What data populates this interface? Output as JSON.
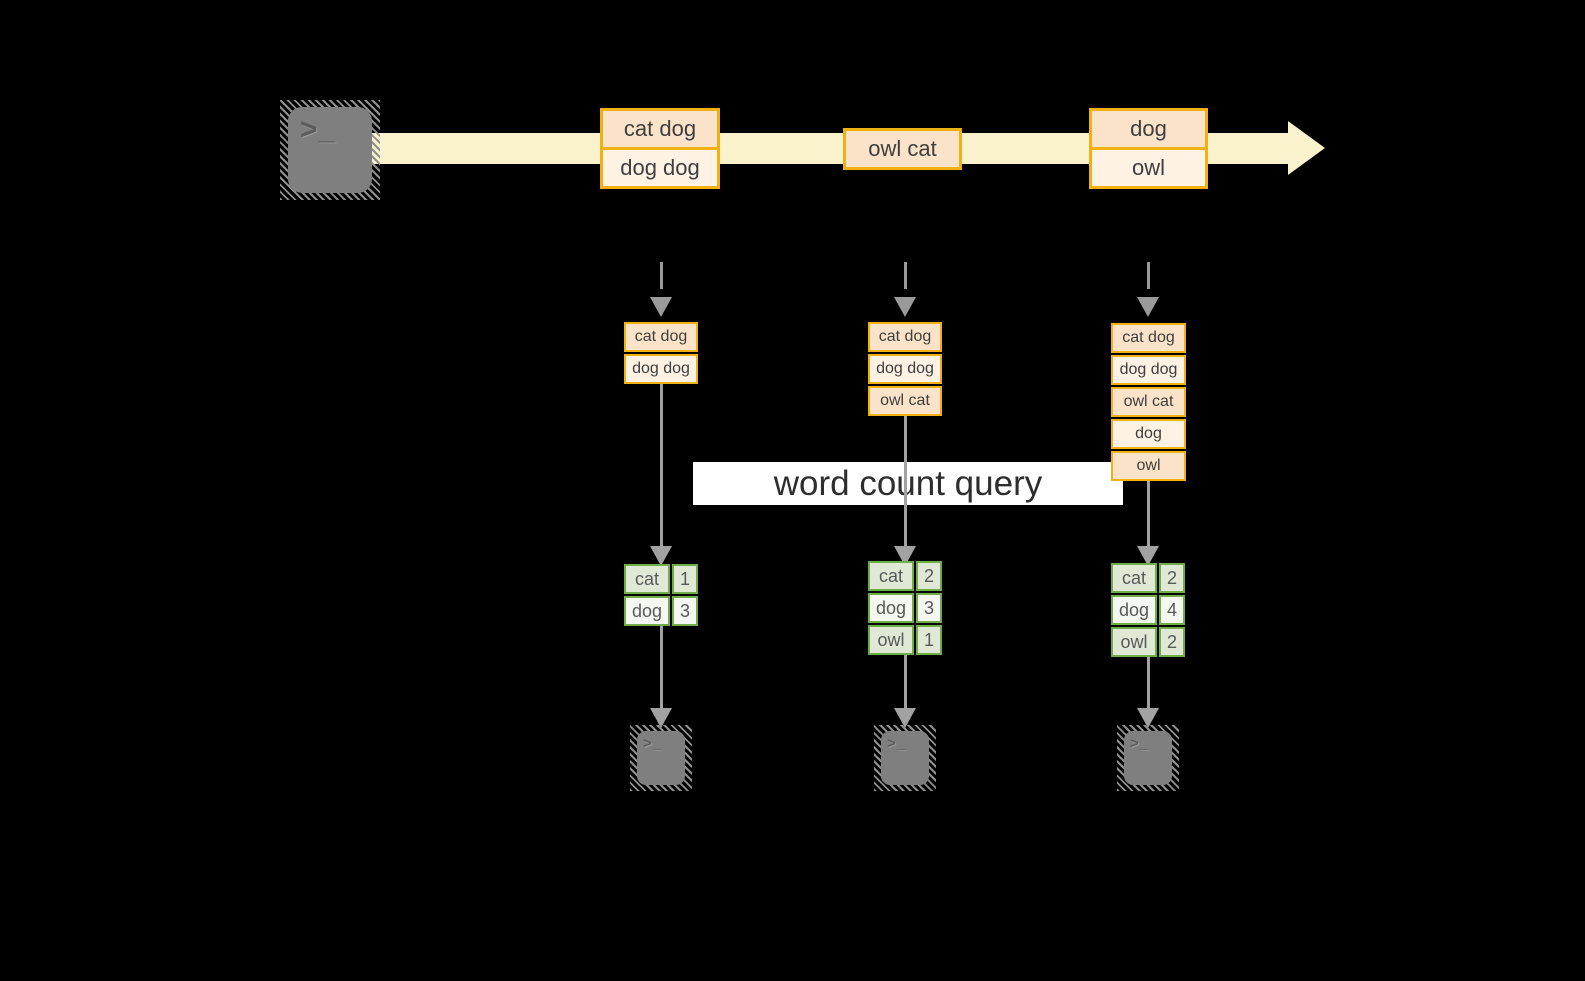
{
  "diagram": {
    "banner": "word count query",
    "source_terminal_icon": ">_",
    "timeline_events": [
      {
        "rows": [
          "cat dog",
          "dog dog"
        ]
      },
      {
        "rows": [
          "owl cat"
        ]
      },
      {
        "rows": [
          "dog",
          "owl"
        ]
      }
    ],
    "columns": [
      {
        "buffer_rows": [
          "cat dog",
          "dog dog"
        ],
        "count_rows": [
          {
            "word": "cat",
            "count": "1"
          },
          {
            "word": "dog",
            "count": "3"
          }
        ],
        "terminal_icon": ">_"
      },
      {
        "buffer_rows": [
          "cat dog",
          "dog dog",
          "owl cat"
        ],
        "count_rows": [
          {
            "word": "cat",
            "count": "2"
          },
          {
            "word": "dog",
            "count": "3"
          },
          {
            "word": "owl",
            "count": "1"
          }
        ],
        "terminal_icon": ">_"
      },
      {
        "buffer_rows": [
          "cat dog",
          "dog dog",
          "owl cat",
          "dog",
          "owl"
        ],
        "count_rows": [
          {
            "word": "cat",
            "count": "2"
          },
          {
            "word": "dog",
            "count": "4"
          },
          {
            "word": "owl",
            "count": "2"
          }
        ],
        "terminal_icon": ">_"
      }
    ],
    "colors": {
      "background": "#000000",
      "stream_band": "#faf1cd",
      "gold_border": "#f1b211",
      "cell_peach": "#fae3c8",
      "cell_cream": "#fdf2e4",
      "green_border": "#70ad47",
      "green_row_dark": "#dfe9d5",
      "green_row_light": "#f4f8f0",
      "arrow_gray": "#a2a2a2",
      "terminal_gray": "#7f7f7f",
      "banner_background": "#ffffff"
    }
  }
}
